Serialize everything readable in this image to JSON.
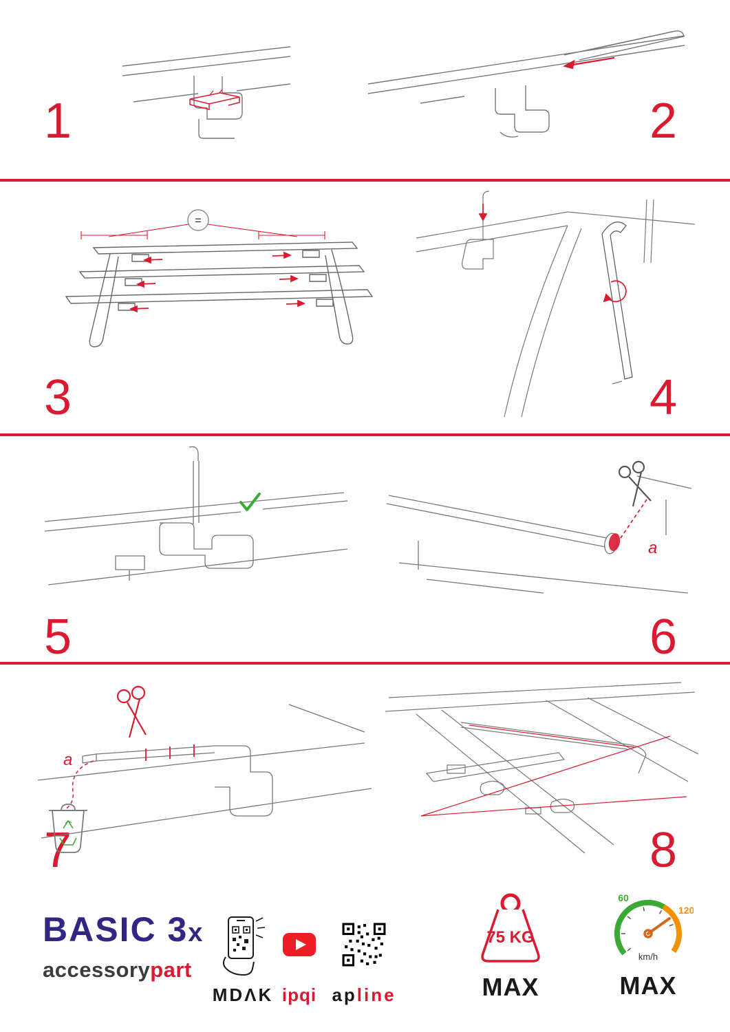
{
  "colors": {
    "accent": "#d91a30",
    "brand_blue": "#312783",
    "green": "#3aaa35",
    "orange": "#f39200",
    "youtube_red": "#ed1d24"
  },
  "steps": [
    {
      "number": "1"
    },
    {
      "number": "2"
    },
    {
      "number": "3"
    },
    {
      "number": "4"
    },
    {
      "number": "5"
    },
    {
      "number": "6"
    },
    {
      "number": "7"
    },
    {
      "number": "8"
    }
  ],
  "labels": {
    "equal": "=",
    "step6_a": "a",
    "step7_a": "a"
  },
  "footer": {
    "brand_title_main": "BASIC 3",
    "brand_title_x": "x",
    "brand_sub_black": "accessory",
    "brand_sub_red": "part",
    "logo_mdak": "MDΛK",
    "logo_ipqi": "ipqi",
    "logo_apline_black": "ap",
    "logo_apline_red": "line",
    "weight_value": "75 KG",
    "weight_max_label": "MAX",
    "speed_low": "60",
    "speed_high": "120",
    "speed_unit": "km/h",
    "speed_max_label": "MAX"
  }
}
